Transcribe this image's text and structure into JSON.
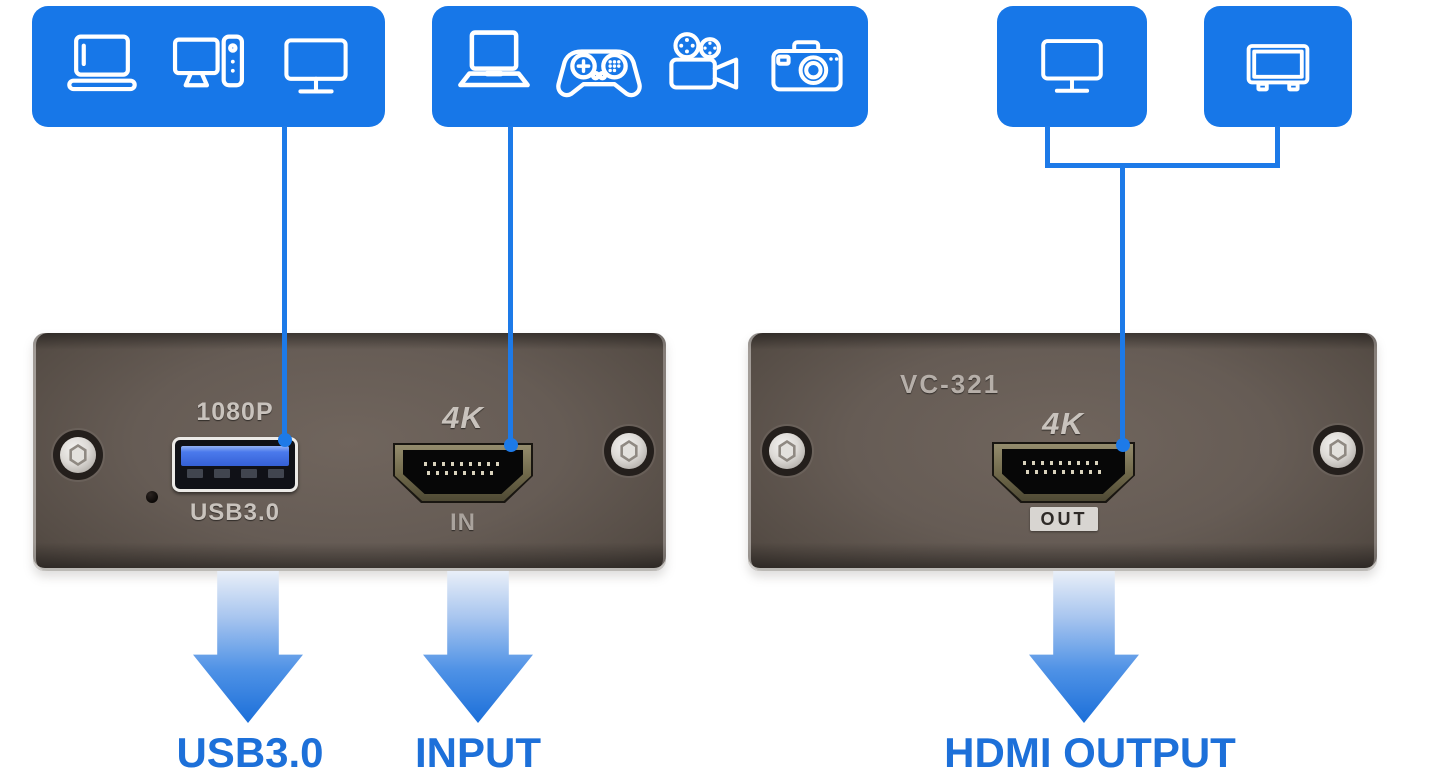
{
  "diagram": {
    "title_hint": "video capture device connection diagram",
    "source_groups": [
      {
        "name": "input-computers",
        "icons": [
          "laptop-icon",
          "desktop-pc-icon",
          "monitor-icon"
        ]
      },
      {
        "name": "input-av-devices",
        "icons": [
          "laptop-icon",
          "game-controller-icon",
          "video-camera-icon",
          "photo-camera-icon"
        ]
      },
      {
        "name": "output-monitor",
        "icons": [
          "monitor-icon"
        ]
      },
      {
        "name": "output-tv",
        "icons": [
          "tv-icon"
        ]
      }
    ],
    "device_left": {
      "usb_port_top_label": "1080P",
      "usb_port_bottom_label": "USB3.0",
      "hdmi_port_top_label": "4K",
      "hdmi_port_bottom_label": "IN"
    },
    "device_right": {
      "model_label": "VC-321",
      "hdmi_port_top_label": "4K",
      "hdmi_port_badge": "OUT"
    },
    "callouts": [
      {
        "label": "USB3.0"
      },
      {
        "label": "INPUT"
      },
      {
        "label": "HDMI OUTPUT"
      }
    ],
    "colors": {
      "accent_blue": "#1777e8",
      "connector_blue": "#1d7ae8",
      "callout_text_blue": "#1d70d9",
      "device_body_brown": "#5f564f",
      "out_badge_bg": "#d8d5d1"
    }
  }
}
